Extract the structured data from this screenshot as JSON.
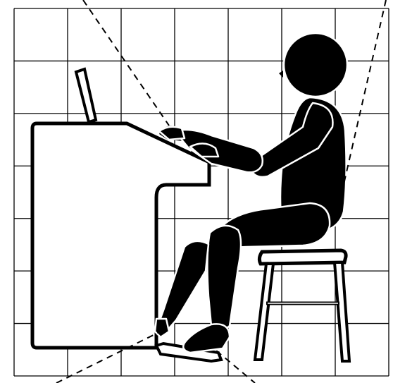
{
  "figure": {
    "subject": "seated-organist-posture",
    "background": "#ffffff",
    "ink": "#000000",
    "grid_columns": 7,
    "grid_rows": 7,
    "has_grid": true,
    "has_dashed_reference_lines": true,
    "components": [
      "grid",
      "organ",
      "music-stand",
      "keyboard",
      "pedal",
      "player",
      "stool",
      "reference-lines"
    ]
  }
}
